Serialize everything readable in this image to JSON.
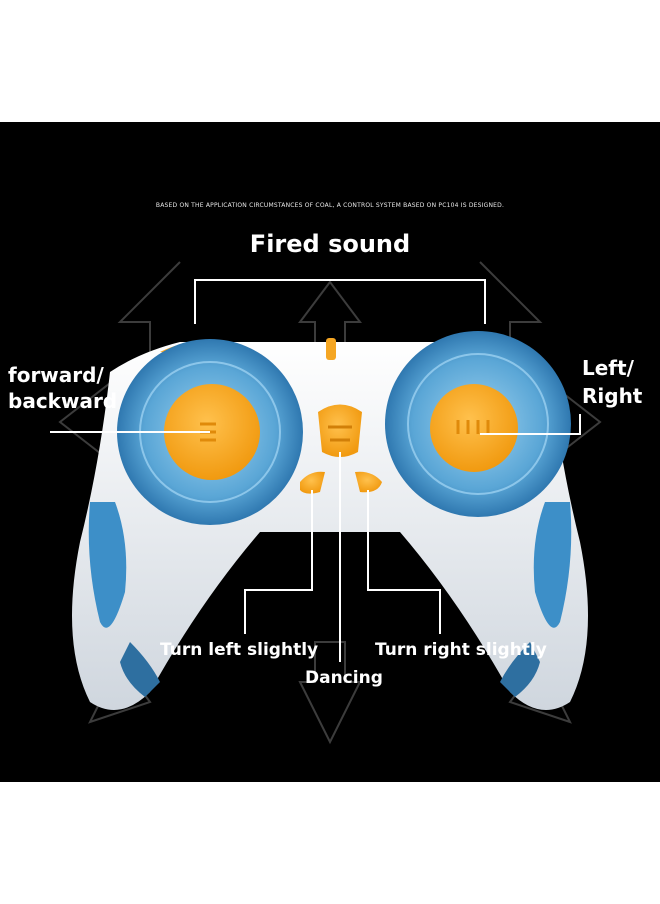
{
  "caption": "BASED ON THE APPLICATION CIRCUMSTANCES OF COAL, A CONTROL SYSTEM BASED ON PC104 IS DESIGNED.",
  "labels": {
    "fired_sound": "Fired sound",
    "forward_backward_1": "forward/",
    "forward_backward_2": "backward",
    "left_right_1": "Left/",
    "left_right_2": "Right",
    "turn_left": "Turn left slightly",
    "turn_right": "Turn right slightly",
    "dancing": "Dancing"
  },
  "colors": {
    "background": "#000000",
    "body": "#eef1f5",
    "ring": "#5ba9d8",
    "accent": "#f5a623"
  },
  "icons": [
    "arrow-cross-icon",
    "trooper-head-icon"
  ]
}
